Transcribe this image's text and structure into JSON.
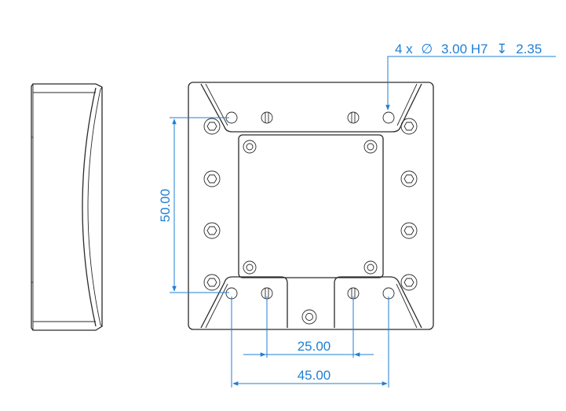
{
  "drawing": {
    "callout": {
      "count": "4 x",
      "diameter_symbol": "∅",
      "size": "3.00 H7",
      "depth_symbol": "↧",
      "depth": "2.35"
    },
    "dimensions": {
      "vertical": "50.00",
      "inner_horizontal": "25.00",
      "outer_horizontal": "45.00"
    },
    "colors": {
      "outline": "#2a2a2a",
      "dimension": "#1f7fd6"
    }
  }
}
